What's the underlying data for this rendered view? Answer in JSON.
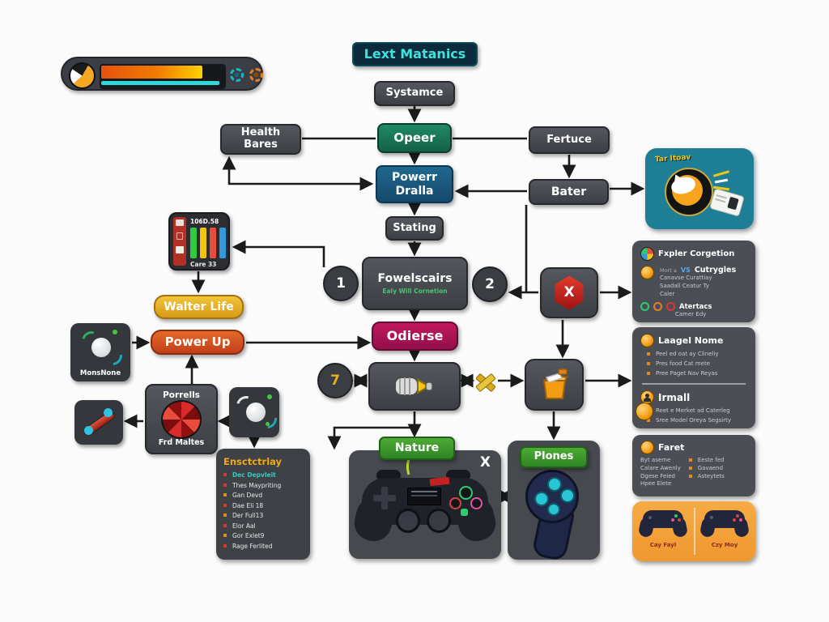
{
  "title": "Lext Matanics",
  "colors": {
    "background": "#fbfbfc",
    "node_gray": "#46494e",
    "node_green": "#1f8a63",
    "node_blue": "#20688f",
    "node_crimson": "#b01355",
    "node_gold": "#e0a21b",
    "node_orange": "#d9531e",
    "teal_card": "#1e7e96",
    "panel_orange": "#f5a33c",
    "label_green": "#3e9e2e",
    "title_bg": "#0d2b3d",
    "title_text": "#3fe3dc",
    "connector": "#1b1b1b"
  },
  "hud": {
    "fill_percent": 82,
    "icons": [
      "pacman-badge-icon",
      "sun-gear-icon",
      "gear-icon"
    ]
  },
  "nodes": {
    "systamce": "Systamce",
    "health_bares": "Health Bares",
    "opeer": "Opeer",
    "fertuce": "Fertuce",
    "powerr_dralla": "Powerr Dralla",
    "bater": "Bater",
    "stating": "Stating",
    "fowelscairs": {
      "title": "Fowelscairs",
      "subtitle": "Ealy Will Cornetion"
    },
    "walter_life": "Walter Life",
    "power_up": "Power Up",
    "odierse": "Odierse",
    "nature": "Nature",
    "plones": "Plones"
  },
  "markers": {
    "one": "1",
    "two": "2",
    "seven": "7",
    "x": "X"
  },
  "stat_panel": {
    "header": "106D.58",
    "footer": "Care 33",
    "bar_colors": [
      "#2ecc40",
      "#f1c40f",
      "#e74c3c",
      "#3498db"
    ]
  },
  "teal_card": {
    "title": "Tar Itoav",
    "illustration": "cat-burst-illustration"
  },
  "mons_box": {
    "caption": "MonsNone"
  },
  "porrells": {
    "title": "Porrells",
    "caption": "Frd Maltes"
  },
  "ensctcrlay": {
    "title": "Ensctctrlay",
    "items": [
      {
        "text": "Dec Depvleit"
      },
      {
        "text": "Thes Maypriting"
      },
      {
        "text": "Gan Devd"
      },
      {
        "text": "Dae Eli 18"
      },
      {
        "text": "Der Full13"
      },
      {
        "text": "Elor Aal"
      },
      {
        "text": "Gor Exlet9"
      },
      {
        "text": "Rage Ferlited"
      }
    ]
  },
  "panels": {
    "fxpler": {
      "header": "Fxpler Corgetion",
      "kicker": "Mort a",
      "vs": "VS",
      "subheader": "Cutrygles",
      "lines": [
        "Canavse Curattiay",
        "Saadall Ceatur Ty",
        "Caler"
      ],
      "subheader2": "Atertacs",
      "line2": "Camer Edy"
    },
    "lmage": {
      "header": "Laagel Nome",
      "bullets": [
        "Peel ed oat ay Clineliy",
        "Pres food Cat mete",
        "Pree Paget Nav Reyas"
      ],
      "header2": "Irmall",
      "bullets2": [
        "Reet e Merket ad Caterleg",
        "Sree Model Oreya Segsirty"
      ]
    },
    "faret": {
      "header": "Faret",
      "left": [
        "Byt aseme",
        "Calare Awenly",
        "Dgese Feied",
        "Hpee Elete"
      ],
      "right": [
        "Eeste fed",
        "Gavaend",
        "Asteytets"
      ]
    },
    "gamepads": {
      "captions": [
        "Cay Fayl",
        "Czy Moy"
      ]
    }
  }
}
